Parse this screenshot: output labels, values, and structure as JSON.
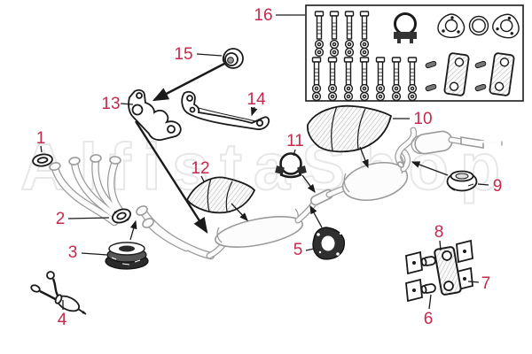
{
  "watermark": "AlfistaShop",
  "diagram": {
    "kind": "exploded-parts-diagram",
    "accent_color": "#c5294d",
    "line_color": "#1a1a1a",
    "sketch_gray": "#9b9b9b",
    "watermark_color": "#e7e7e7",
    "background": "#ffffff"
  },
  "callouts": {
    "c1": "1",
    "c2": "2",
    "c3": "3",
    "c4": "4",
    "c5": "5",
    "c6": "6",
    "c7": "7",
    "c8": "8",
    "c9": "9",
    "c10": "10",
    "c11": "11",
    "c12": "12",
    "c13": "13",
    "c14": "14",
    "c15": "15",
    "c16": "16"
  }
}
